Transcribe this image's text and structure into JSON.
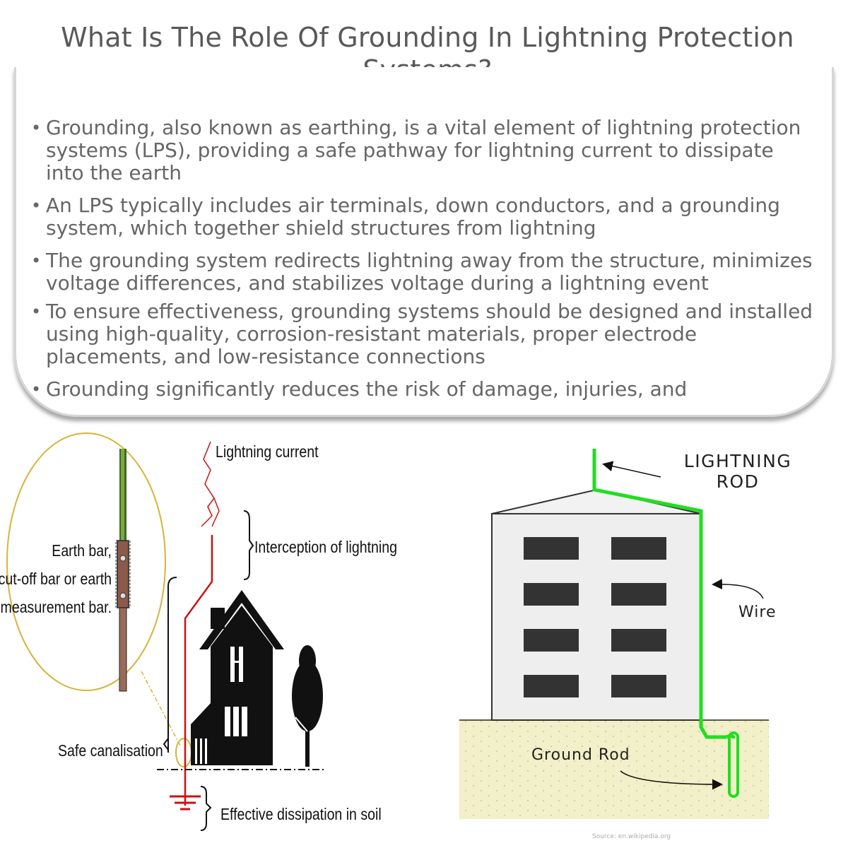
{
  "page": {
    "title": "What Is The Role Of Grounding In Lightning Protection Systems?"
  },
  "bullets": [
    "Grounding, also known as earthing, is a vital element of lightning protection systems (LPS), providing a safe pathway for lightning current to dissipate into the earth",
    "An LPS typically includes air terminals, down conductors, and a grounding system, which together shield structures from lightning",
    "The grounding system redirects lightning away from the structure, minimizes voltage differences, and stabilizes voltage during a lightning event",
    "To ensure effectiveness, grounding systems should be designed and installed using high-quality, corrosion-resistant materials, proper electrode placements, and low-resistance connections",
    "Grounding significantly reduces the risk of damage, injuries, and"
  ],
  "left_figure": {
    "lightning_current": "Lightning current",
    "interception": "Interception of lightning",
    "earth_bar_line1": "Earth bar,",
    "earth_bar_line2": "cut-off bar or earth",
    "earth_bar_line3": "measurement bar.",
    "safe_canalisation": "Safe canalisation",
    "dissipation": "Effective dissipation in soil"
  },
  "right_figure": {
    "rod_line1": "LIGHTNING",
    "rod_line2": "ROD",
    "wire": "Wire",
    "ground_rod": "Ground Rod",
    "source": "Source: en.wikipedia.org"
  },
  "colors": {
    "wire_green": "#22dd22",
    "lightning_red": "#cc1111",
    "ground_fill": "#f1f0c8",
    "window": "#333333",
    "circle_gold": "#d8b33a"
  }
}
